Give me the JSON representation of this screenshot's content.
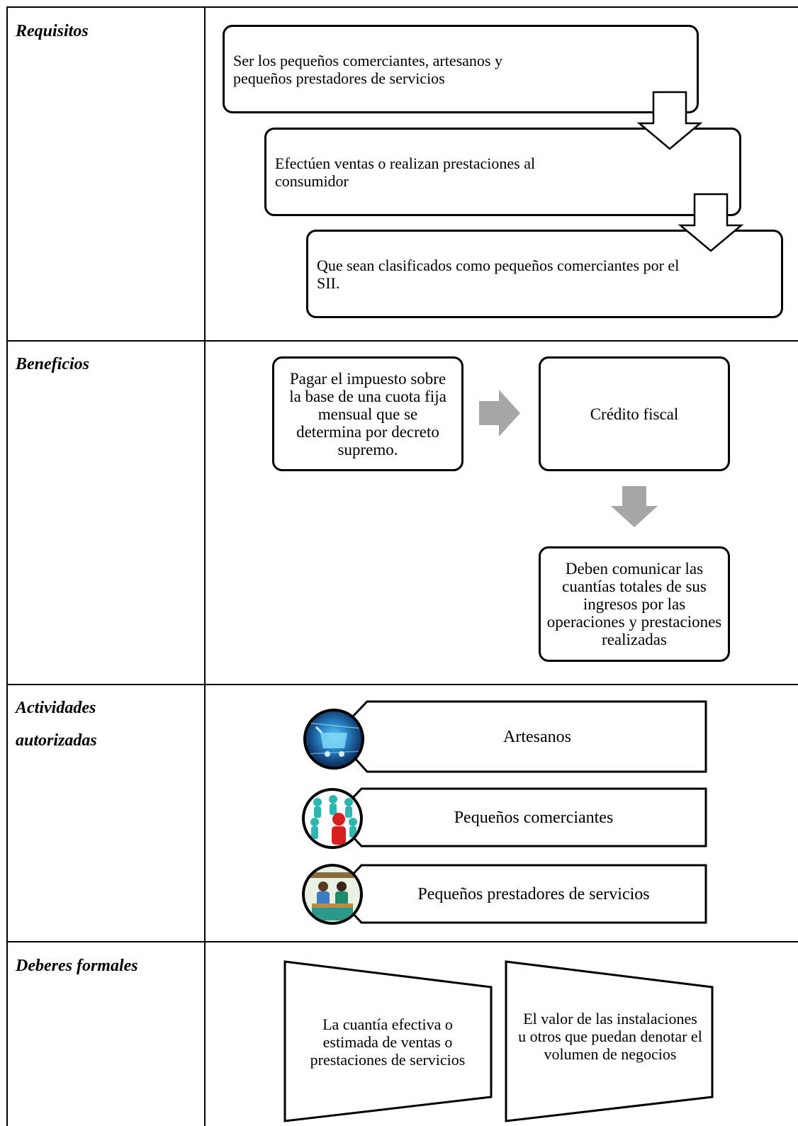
{
  "rows": {
    "requisitos": {
      "label": "Requisitos",
      "items": [
        "Ser los pequeños comerciantes, artesanos y pequeños prestadores de servicios",
        "Efectúen ventas o realizan prestaciones al consumidor",
        "Que sean clasificados como pequeños comerciantes por el SII."
      ]
    },
    "beneficios": {
      "label": "Beneficios",
      "pay_tax": "Pagar el impuesto sobre la base de una cuota fija mensual que se determina por decreto supremo.",
      "credit": "Crédito fiscal",
      "communicate": "Deben comunicar las cuantías totales de sus ingresos por las operaciones y prestaciones realizadas"
    },
    "actividades": {
      "label_line1": "Actividades",
      "label_line2": "autorizadas",
      "items": [
        {
          "text": "Artesanos",
          "icon": "crafts-image-icon"
        },
        {
          "text": "Pequeños comerciantes",
          "icon": "people-network-icon"
        },
        {
          "text": "Pequeños prestadores de servicios",
          "icon": "service-providers-icon"
        }
      ]
    },
    "deberes": {
      "label": "Deberes formales",
      "items": [
        "La cuantía efectiva o estimada de ventas o prestaciones de servicios",
        "El valor de las instalaciones u otros que puedan denotar el volumen de negocios"
      ]
    }
  },
  "colors": {
    "border": "#000000",
    "arrow_gray": "#a6a6a6",
    "background": "#ffffff"
  }
}
